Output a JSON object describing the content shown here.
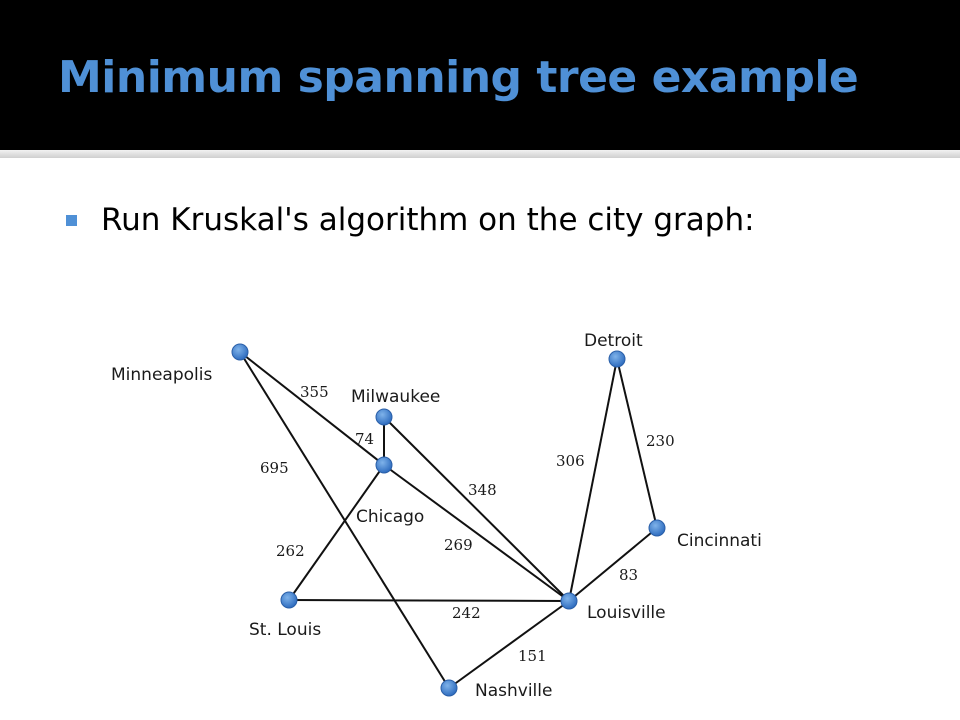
{
  "slide": {
    "title": "Minimum spanning tree example",
    "bullet": "Run Kruskal's algorithm on the city graph:",
    "accent_color": "#4f90d6",
    "header_bg": "#000000"
  },
  "graph": {
    "nodes": [
      {
        "id": "minneapolis",
        "label": "Minneapolis"
      },
      {
        "id": "milwaukee",
        "label": "Milwaukee"
      },
      {
        "id": "chicago",
        "label": "Chicago"
      },
      {
        "id": "detroit",
        "label": "Detroit"
      },
      {
        "id": "cincinnati",
        "label": "Cincinnati"
      },
      {
        "id": "stlouis",
        "label": "St. Louis"
      },
      {
        "id": "louisville",
        "label": "Louisville"
      },
      {
        "id": "nashville",
        "label": "Nashville"
      }
    ],
    "edges": [
      {
        "from": "minneapolis",
        "to": "chicago",
        "weight": "355"
      },
      {
        "from": "minneapolis",
        "to": "nashville",
        "weight": "695"
      },
      {
        "from": "milwaukee",
        "to": "chicago",
        "weight": "74"
      },
      {
        "from": "milwaukee",
        "to": "louisville",
        "weight": "348"
      },
      {
        "from": "chicago",
        "to": "stlouis",
        "weight": "262"
      },
      {
        "from": "chicago",
        "to": "louisville",
        "weight": "269"
      },
      {
        "from": "stlouis",
        "to": "louisville",
        "weight": "242"
      },
      {
        "from": "louisville",
        "to": "nashville",
        "weight": "151"
      },
      {
        "from": "louisville",
        "to": "detroit",
        "weight": "306"
      },
      {
        "from": "louisville",
        "to": "cincinnati",
        "weight": "83"
      },
      {
        "from": "detroit",
        "to": "cincinnati",
        "weight": "230"
      }
    ]
  }
}
